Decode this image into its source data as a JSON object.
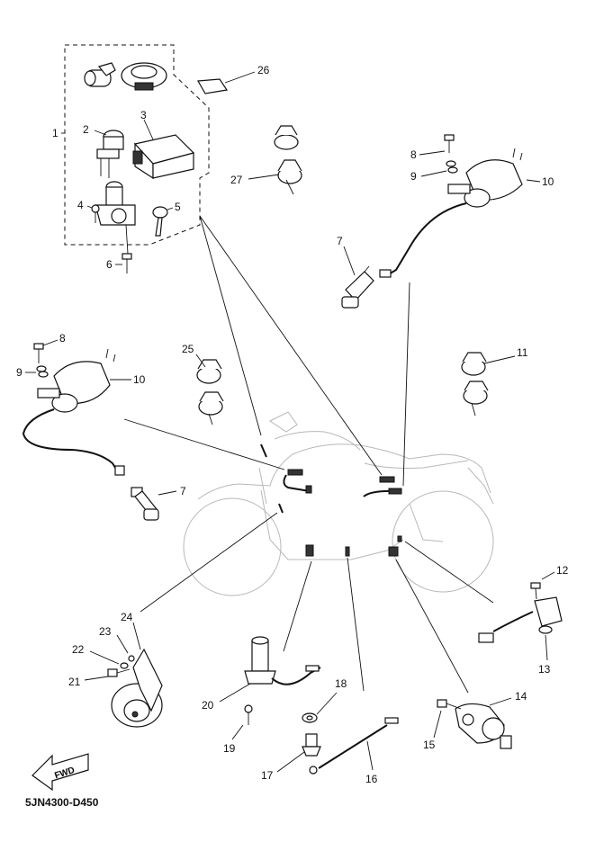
{
  "diagram": {
    "part_numbers": [
      "1",
      "2",
      "3",
      "4",
      "5",
      "6",
      "7",
      "7",
      "8",
      "8",
      "9",
      "9",
      "10",
      "10",
      "11",
      "12",
      "13",
      "14",
      "15",
      "16",
      "17",
      "18",
      "19",
      "20",
      "21",
      "22",
      "23",
      "24",
      "25",
      "26",
      "27"
    ],
    "fwd_label": "FWD",
    "drawing_code": "5JN4300-D450"
  }
}
